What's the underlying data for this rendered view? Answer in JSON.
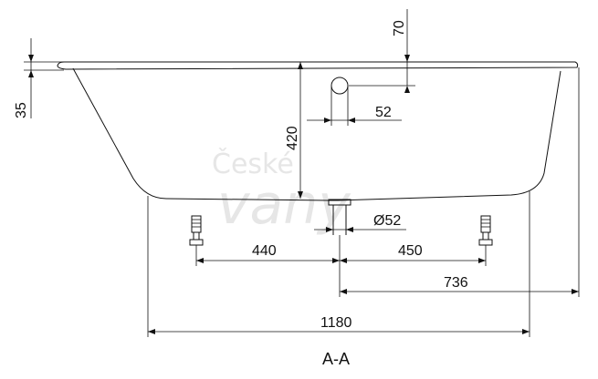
{
  "watermark": {
    "line1": "České",
    "line2": "vany"
  },
  "dimensions": {
    "top_offset": "70",
    "rim_height": "35",
    "depth": "420",
    "overflow_offset": "52",
    "drain_diameter": "Ø52",
    "leg_left": "440",
    "leg_right": "450",
    "drain_to_edge": "736",
    "total_length": "1180"
  },
  "section_label": "A-A"
}
